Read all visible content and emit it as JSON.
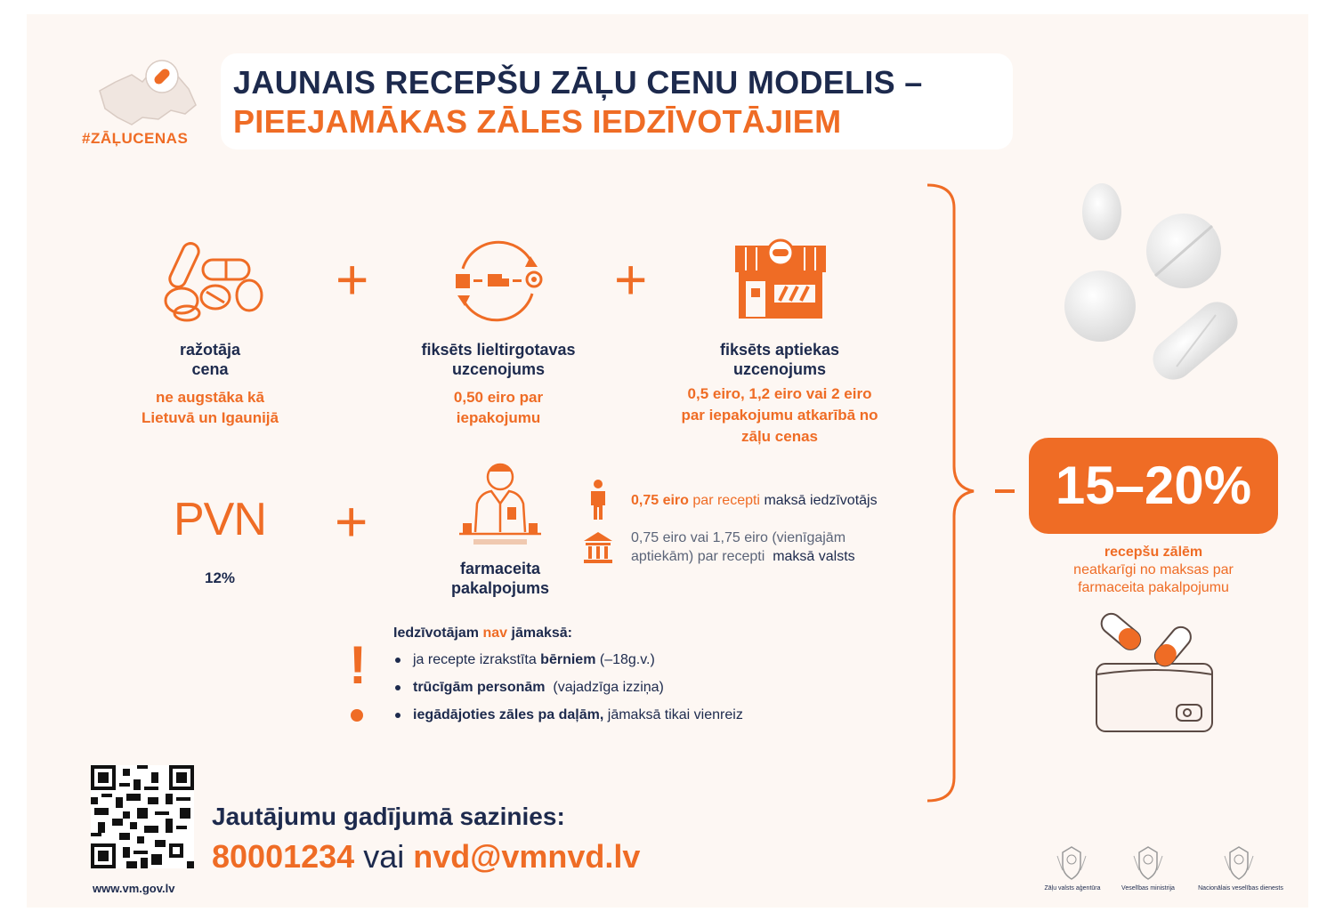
{
  "header": {
    "hashtag": "#ZĀĻUCENAS",
    "title_line1": "JAUNAIS RECEPŠU ZĀĻU CENU MODELIS –",
    "title_line2": "PIEEJAMĀKAS ZĀLES IEDZĪVOTĀJIEM"
  },
  "components": [
    {
      "label_1": "ražotāja",
      "label_2": "cena",
      "sub": [
        "ne augstāka kā",
        "Lietuvā un Igaunijā"
      ]
    },
    {
      "label_1": "fiksēts lieltirgotavas",
      "label_2": "uzcenojums",
      "sub": [
        "0,50 eiro par",
        "iepakojumu"
      ]
    },
    {
      "label_1": "fiksēts aptiekas",
      "label_2": "uzcenojums",
      "sub": [
        "0,5 eiro, 1,2 eiro vai 2 eiro",
        "par iepakojumu atkarībā no",
        "zāļu cenas"
      ]
    }
  ],
  "vat": {
    "label": "PVN",
    "value": "12%"
  },
  "pharmacist": {
    "label_1": "farmaceita",
    "label_2": "pakalpojums",
    "resident_amount": "0,75 eiro",
    "resident_mid": "par recepti",
    "resident_end": "maksā iedzīvotājs",
    "state_line1": "0,75 eiro vai 1,75 eiro (vienīgajām",
    "state_line2_a": "aptiekām) par recepti",
    "state_line2_b": "maksā valsts"
  },
  "result": {
    "percent": "15–20%",
    "line1": "recepšu zālēm",
    "line2": "neatkarīgi no maksas par",
    "line3": "farmaceita pakalpojumu"
  },
  "exemptions": {
    "heading_a": "Iedzīvotājam",
    "heading_b": "nav",
    "heading_c": "jāmaksā:",
    "items": [
      {
        "pre": "ja recepte izrakstīta ",
        "bold": "bērniem",
        "post": " (–18g.v.)"
      },
      {
        "pre": "",
        "bold": "trūcīgām personām",
        "post": "  (vajadzīga izziņa)"
      },
      {
        "pre": "",
        "bold": "iegādājoties zāles pa daļām,",
        "post": " jāmaksā tikai vienreiz"
      }
    ],
    "mark": "!"
  },
  "contact": {
    "heading": "Jautājumu gadījumā sazinies:",
    "phone": "80001234",
    "or": "vai",
    "email": "nvd@vmnvd.lv",
    "website": "www.vm.gov.lv"
  },
  "footer_logos": [
    "Zāļu valsts aģentūra",
    "Veselības ministrija",
    "Nacionālais veselības dienests"
  ],
  "colors": {
    "accent": "#ef6c25",
    "navy": "#1d2a4d",
    "background": "#fdf7f3"
  },
  "icons": [
    "latvia-map-pill-icon",
    "pills-icon",
    "supply-chain-icon",
    "pharmacy-icon",
    "pharmacist-icon",
    "person-icon",
    "bank-icon",
    "pills-3d-icon",
    "wallet-pills-icon",
    "qr-code",
    "coat-of-arms-icon"
  ]
}
